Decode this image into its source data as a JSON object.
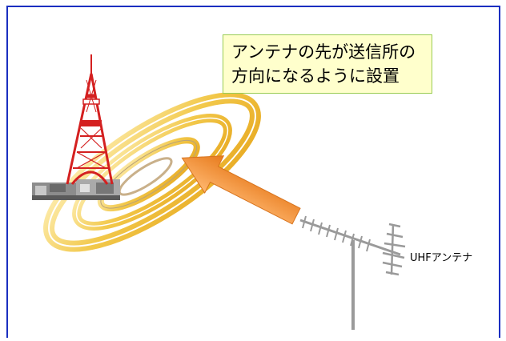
{
  "callout": {
    "line1": "アンテナの先が送信所の",
    "line2": "方向になるように設置"
  },
  "antenna": {
    "label": "UHFアンテナ"
  },
  "colors": {
    "frame_border": "#1a2fc0",
    "callout_fill": "#ffffcc",
    "callout_border": "#99cc55",
    "arrow": "#f5923a",
    "tower_red": "#d42020",
    "ring_gold": "#f2c84a"
  },
  "icons": [
    "tower-icon",
    "signal-rings",
    "direction-arrow",
    "antenna-icon"
  ]
}
